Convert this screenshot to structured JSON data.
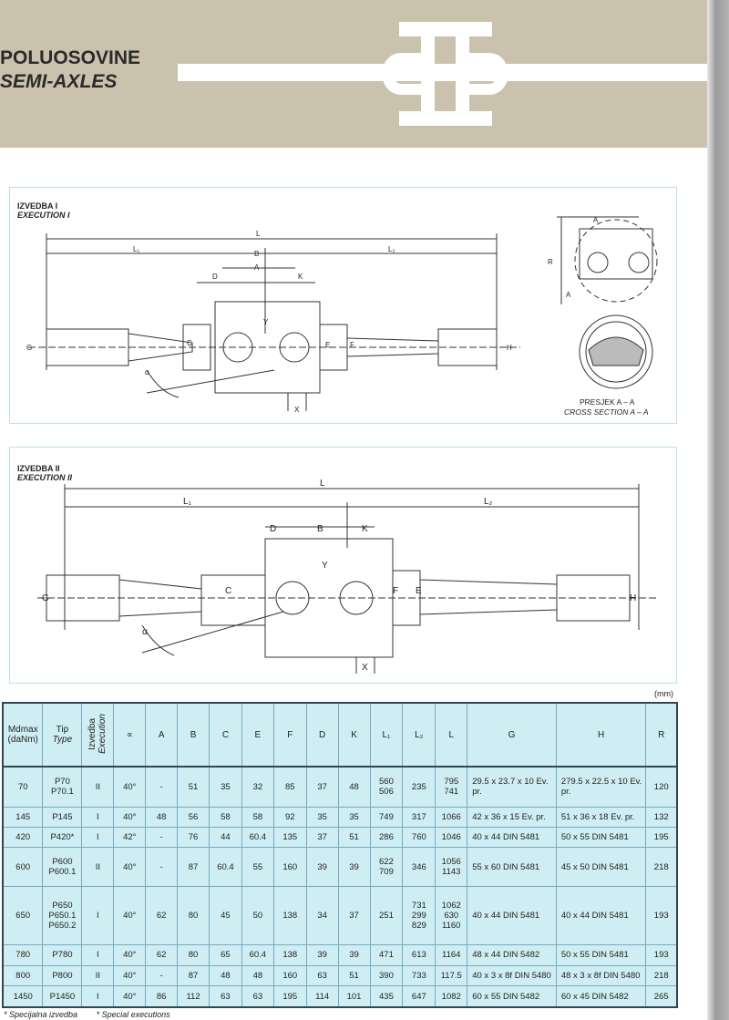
{
  "header": {
    "title": "POLUOSOVINE",
    "subtitle": "SEMI-AXLES"
  },
  "execution1": {
    "label": "IZVEDBA I",
    "label_en": "EXECUTION I",
    "dims": {
      "L": "L",
      "L1": "L₁",
      "L2": "L₂",
      "B": "B",
      "A": "A",
      "D": "D",
      "K": "K",
      "G": "G",
      "C": "C",
      "Y": "Y",
      "E": "E",
      "F": "F",
      "H": "H",
      "X": "X",
      "alpha": "α"
    },
    "section": {
      "R": "R",
      "A": "A",
      "title": "PRESJEK  A – A",
      "title_en": "CROSS SECTION  A – A"
    }
  },
  "execution2": {
    "label": "IZVEDBA II",
    "label_en": "EXECUTION II",
    "dims": {
      "L": "L",
      "L1": "L₁",
      "L2": "L₂",
      "B": "B",
      "D": "D",
      "K": "K",
      "G": "G",
      "C": "C",
      "Y": "Y",
      "E": "E",
      "F": "F",
      "H": "H",
      "X": "X",
      "alpha": "α"
    }
  },
  "table": {
    "unit": "(mm)",
    "headers": {
      "mdmax": "Mdmax (daNm)",
      "tip": "Tip",
      "type": "Type",
      "izvedba": "Izvedba",
      "execution": "Execution",
      "alpha": "∝",
      "A": "A",
      "B": "B",
      "C": "C",
      "E": "E",
      "F": "F",
      "D": "D",
      "K": "K",
      "L1": "L₁",
      "L2": "L₂",
      "L": "L",
      "G": "G",
      "H": "H",
      "R": "R"
    },
    "rows": [
      {
        "mdmax": "70",
        "tip": "P70\nP70.1",
        "izv": "II",
        "alpha": "40°",
        "A": "-",
        "B": "51",
        "C": "35",
        "E": "32",
        "F": "85",
        "D": "37",
        "K": "48",
        "L1": "560\n506",
        "L2": "235",
        "L": "795\n741",
        "G": "29.5 x 23.7 x 10 Ev. pr.",
        "H": "279.5 x 22.5 x 10 Ev. pr.",
        "R": "120"
      },
      {
        "mdmax": "145",
        "tip": "P145",
        "izv": "I",
        "alpha": "40°",
        "A": "48",
        "B": "56",
        "C": "58",
        "E": "58",
        "F": "92",
        "D": "35",
        "K": "35",
        "L1": "749",
        "L2": "317",
        "L": "1066",
        "G": "42 x 36 x 15 Ev. pr.",
        "H": "51 x 36 x 18 Ev. pr.",
        "R": "132"
      },
      {
        "mdmax": "420",
        "tip": "P420*",
        "izv": "I",
        "alpha": "42°",
        "A": "-",
        "B": "76",
        "C": "44",
        "E": "60.4",
        "F": "135",
        "D": "37",
        "K": "51",
        "L1": "286",
        "L2": "760",
        "L": "1046",
        "G": "40 x 44 DIN 5481",
        "H": "50 x 55 DIN 5481",
        "R": "195"
      },
      {
        "mdmax": "600",
        "tip": "P600\nP600.1",
        "izv": "II",
        "alpha": "40°",
        "A": "-",
        "B": "87",
        "C": "60.4",
        "E": "55",
        "F": "160",
        "D": "39",
        "K": "39",
        "L1": "622\n709",
        "L2": "346",
        "L": "1056\n1143",
        "G": "55 x 60 DIN 5481",
        "H": "45 x 50 DIN 5481",
        "R": "218"
      },
      {
        "mdmax": "650",
        "tip": "P650\nP650.1\nP650.2",
        "izv": "I",
        "alpha": "40°",
        "A": "62",
        "B": "80",
        "C": "45",
        "E": "50",
        "F": "138",
        "D": "34",
        "K": "37",
        "L1": "251",
        "L2": "731\n299\n829",
        "L": "1062\n630\n1160",
        "G": "40 x 44 DIN 5481",
        "H": "40 x 44 DIN 5481",
        "R": "193"
      },
      {
        "mdmax": "780",
        "tip": "P780",
        "izv": "I",
        "alpha": "40°",
        "A": "62",
        "B": "80",
        "C": "65",
        "E": "60.4",
        "F": "138",
        "D": "39",
        "K": "39",
        "L1": "471",
        "L2": "613",
        "L": "1164",
        "G": "48 x 44 DIN 5482",
        "H": "50 x 55 DIN 5481",
        "R": "193"
      },
      {
        "mdmax": "800",
        "tip": "P800",
        "izv": "II",
        "alpha": "40°",
        "A": "-",
        "B": "87",
        "C": "48",
        "E": "48",
        "F": "160",
        "D": "63",
        "K": "51",
        "L1": "390",
        "L2": "733",
        "L": "117.5",
        "G": "40 x 3 x 8f DIN 5480",
        "H": "48 x 3 x 8f DIN 5480",
        "R": "218"
      },
      {
        "mdmax": "1450",
        "tip": "P1450",
        "izv": "I",
        "alpha": "40°",
        "A": "86",
        "B": "112",
        "C": "63",
        "E": "63",
        "F": "195",
        "D": "114",
        "K": "101",
        "L1": "435",
        "L2": "647",
        "L": "1082",
        "G": "60 x 55 DIN 5482",
        "H": "60 x 45 DIN 5482",
        "R": "265"
      }
    ]
  },
  "footnote": {
    "hr": "* Specijalna izvedba",
    "en": "* Special executions"
  },
  "colors": {
    "band": "#cbc2ad",
    "table_bg": "#cfeef3",
    "panel_border": "#bfe0e8"
  }
}
